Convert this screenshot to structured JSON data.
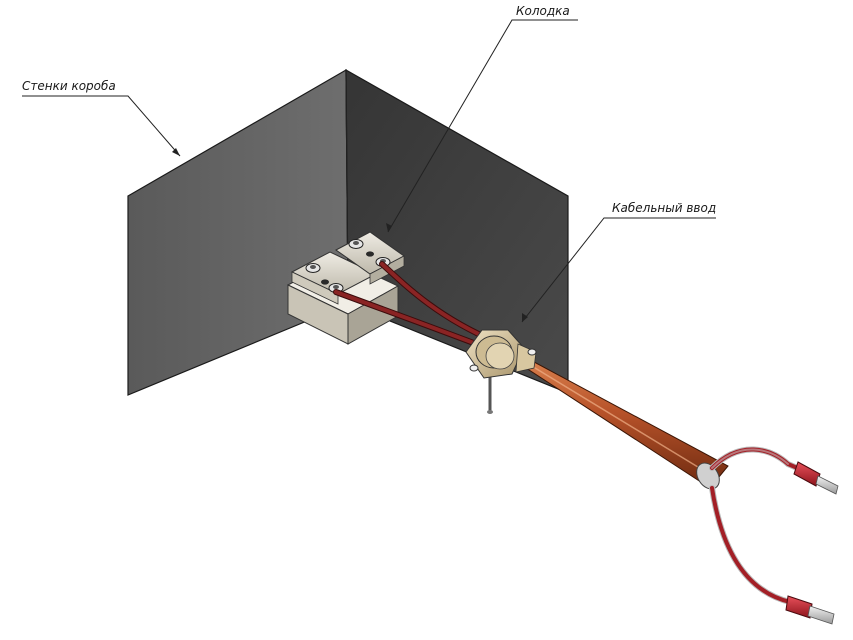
{
  "labels": {
    "walls": "Стенки короба",
    "block": "Колодка",
    "gland": "Кабельный ввод"
  },
  "colors": {
    "wall_left": "#5f5f5f",
    "wall_right": "#3e3e3e",
    "terminal_block": "#dcd8cc",
    "wire": "#7a1e1e",
    "cable_sheath": "#b8532a",
    "gland": "#d9c9a5",
    "lug": "#c4262e",
    "leader": "#222222"
  }
}
